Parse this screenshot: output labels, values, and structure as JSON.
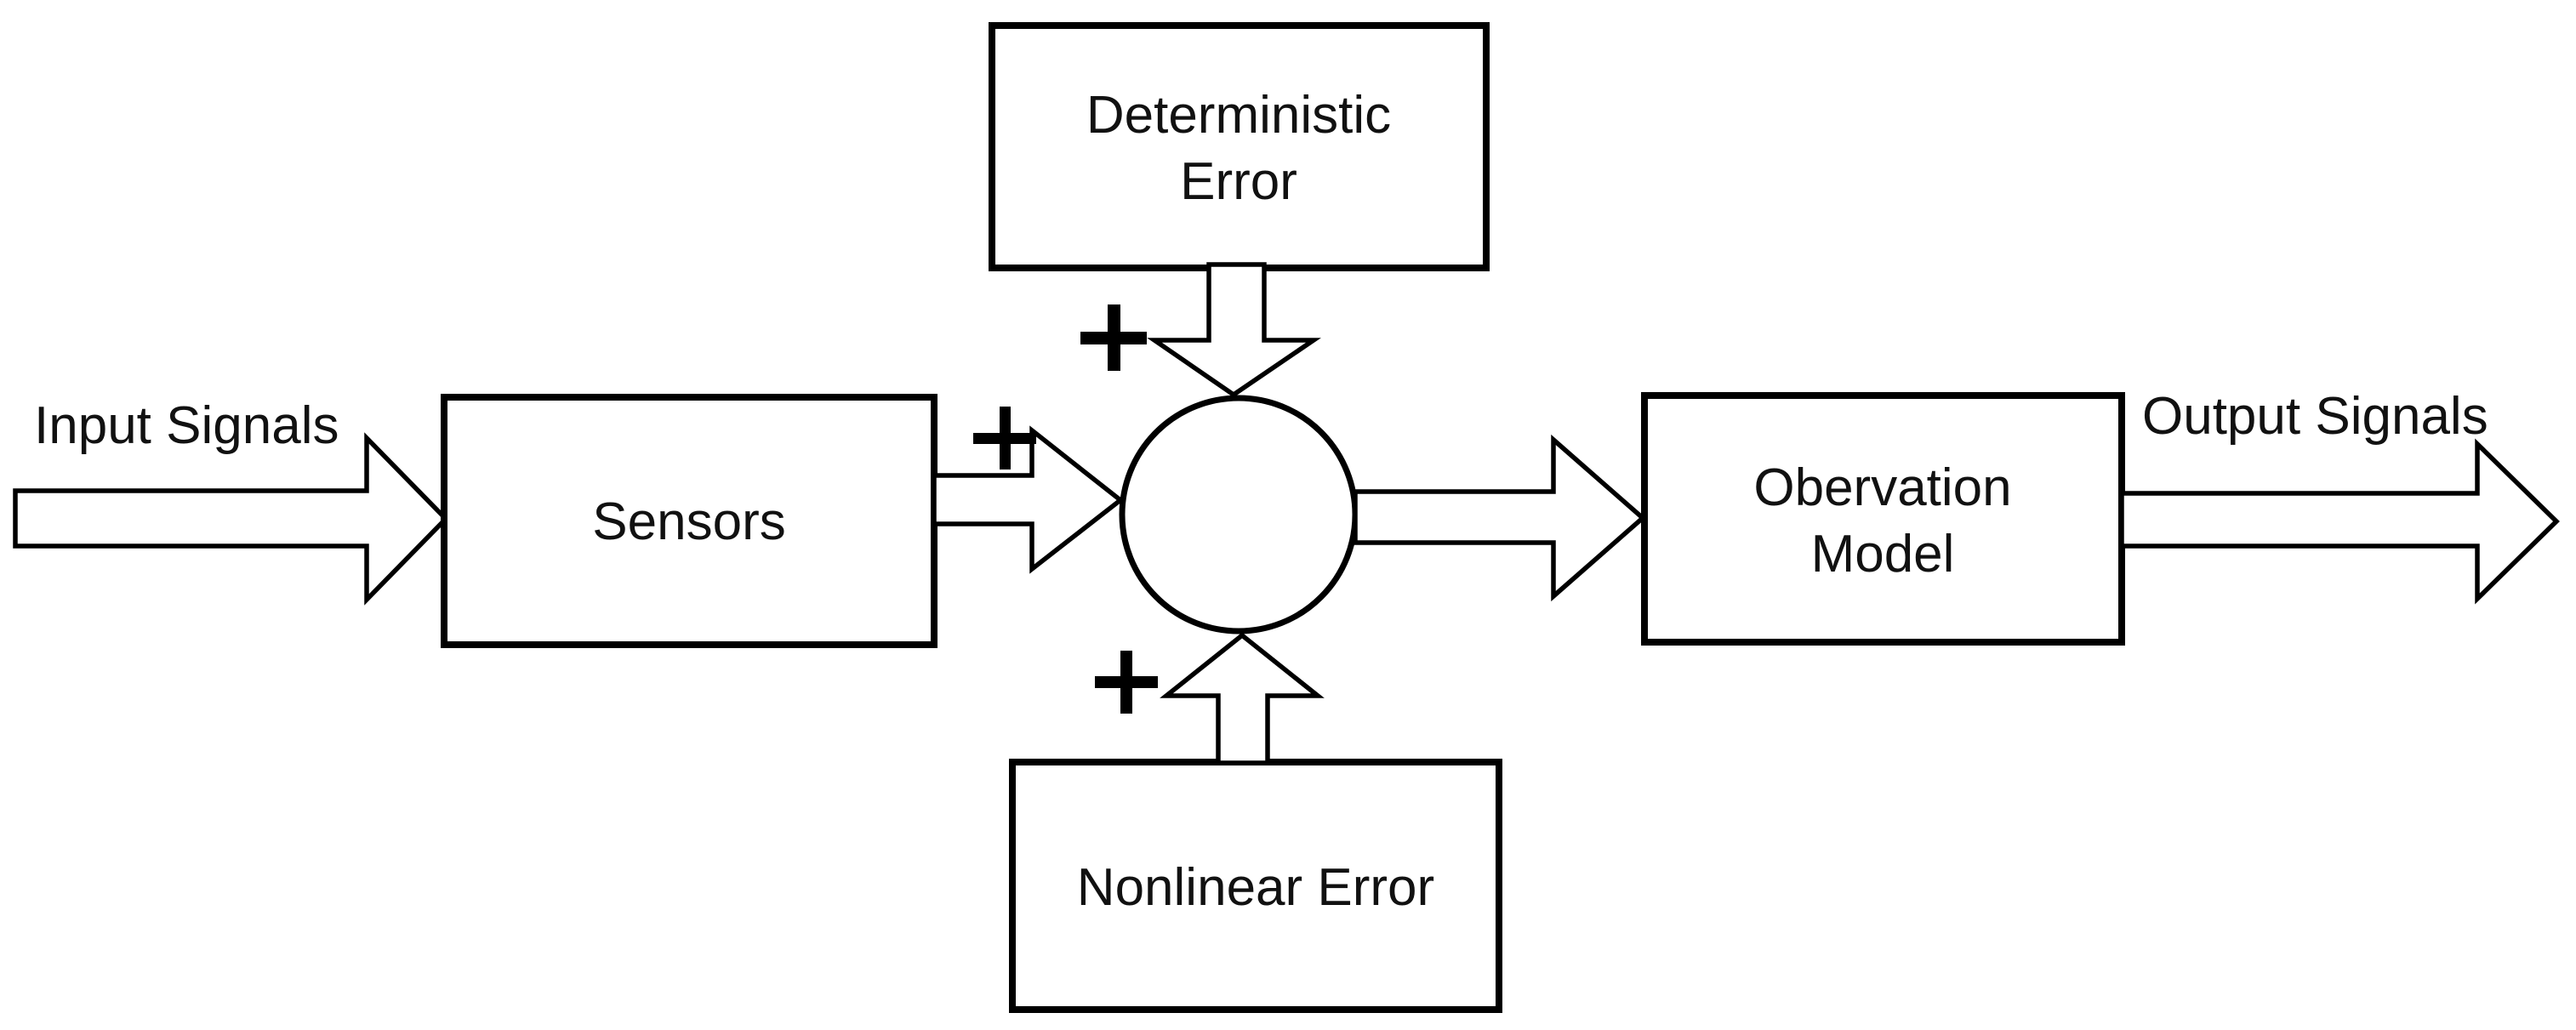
{
  "diagram": {
    "background": "#ffffff",
    "line_color": "#000000",
    "text_color": "#111111",
    "flow_labels": {
      "input": "Input Signals",
      "output": "Output Signals"
    },
    "blocks": {
      "sensors": {
        "label": "Sensors"
      },
      "deterministic_error": {
        "line1": "Deterministic",
        "line2": "Error"
      },
      "nonlinear_error": {
        "label": "Nonlinear Error"
      },
      "observation_model": {
        "line1": "Obervation",
        "line2": "Model"
      }
    },
    "junction": {
      "shape": "circle",
      "operator": "sum"
    },
    "icons": {
      "plus": "+"
    },
    "edges": [
      {
        "from": "input-signals",
        "to": "sensors",
        "sign": ""
      },
      {
        "from": "sensors",
        "to": "sum-junction",
        "sign": "+"
      },
      {
        "from": "deterministic-error",
        "to": "sum-junction",
        "sign": "+"
      },
      {
        "from": "nonlinear-error",
        "to": "sum-junction",
        "sign": "+"
      },
      {
        "from": "sum-junction",
        "to": "observation-model",
        "sign": ""
      },
      {
        "from": "observation-model",
        "to": "output-signals",
        "sign": ""
      }
    ]
  }
}
